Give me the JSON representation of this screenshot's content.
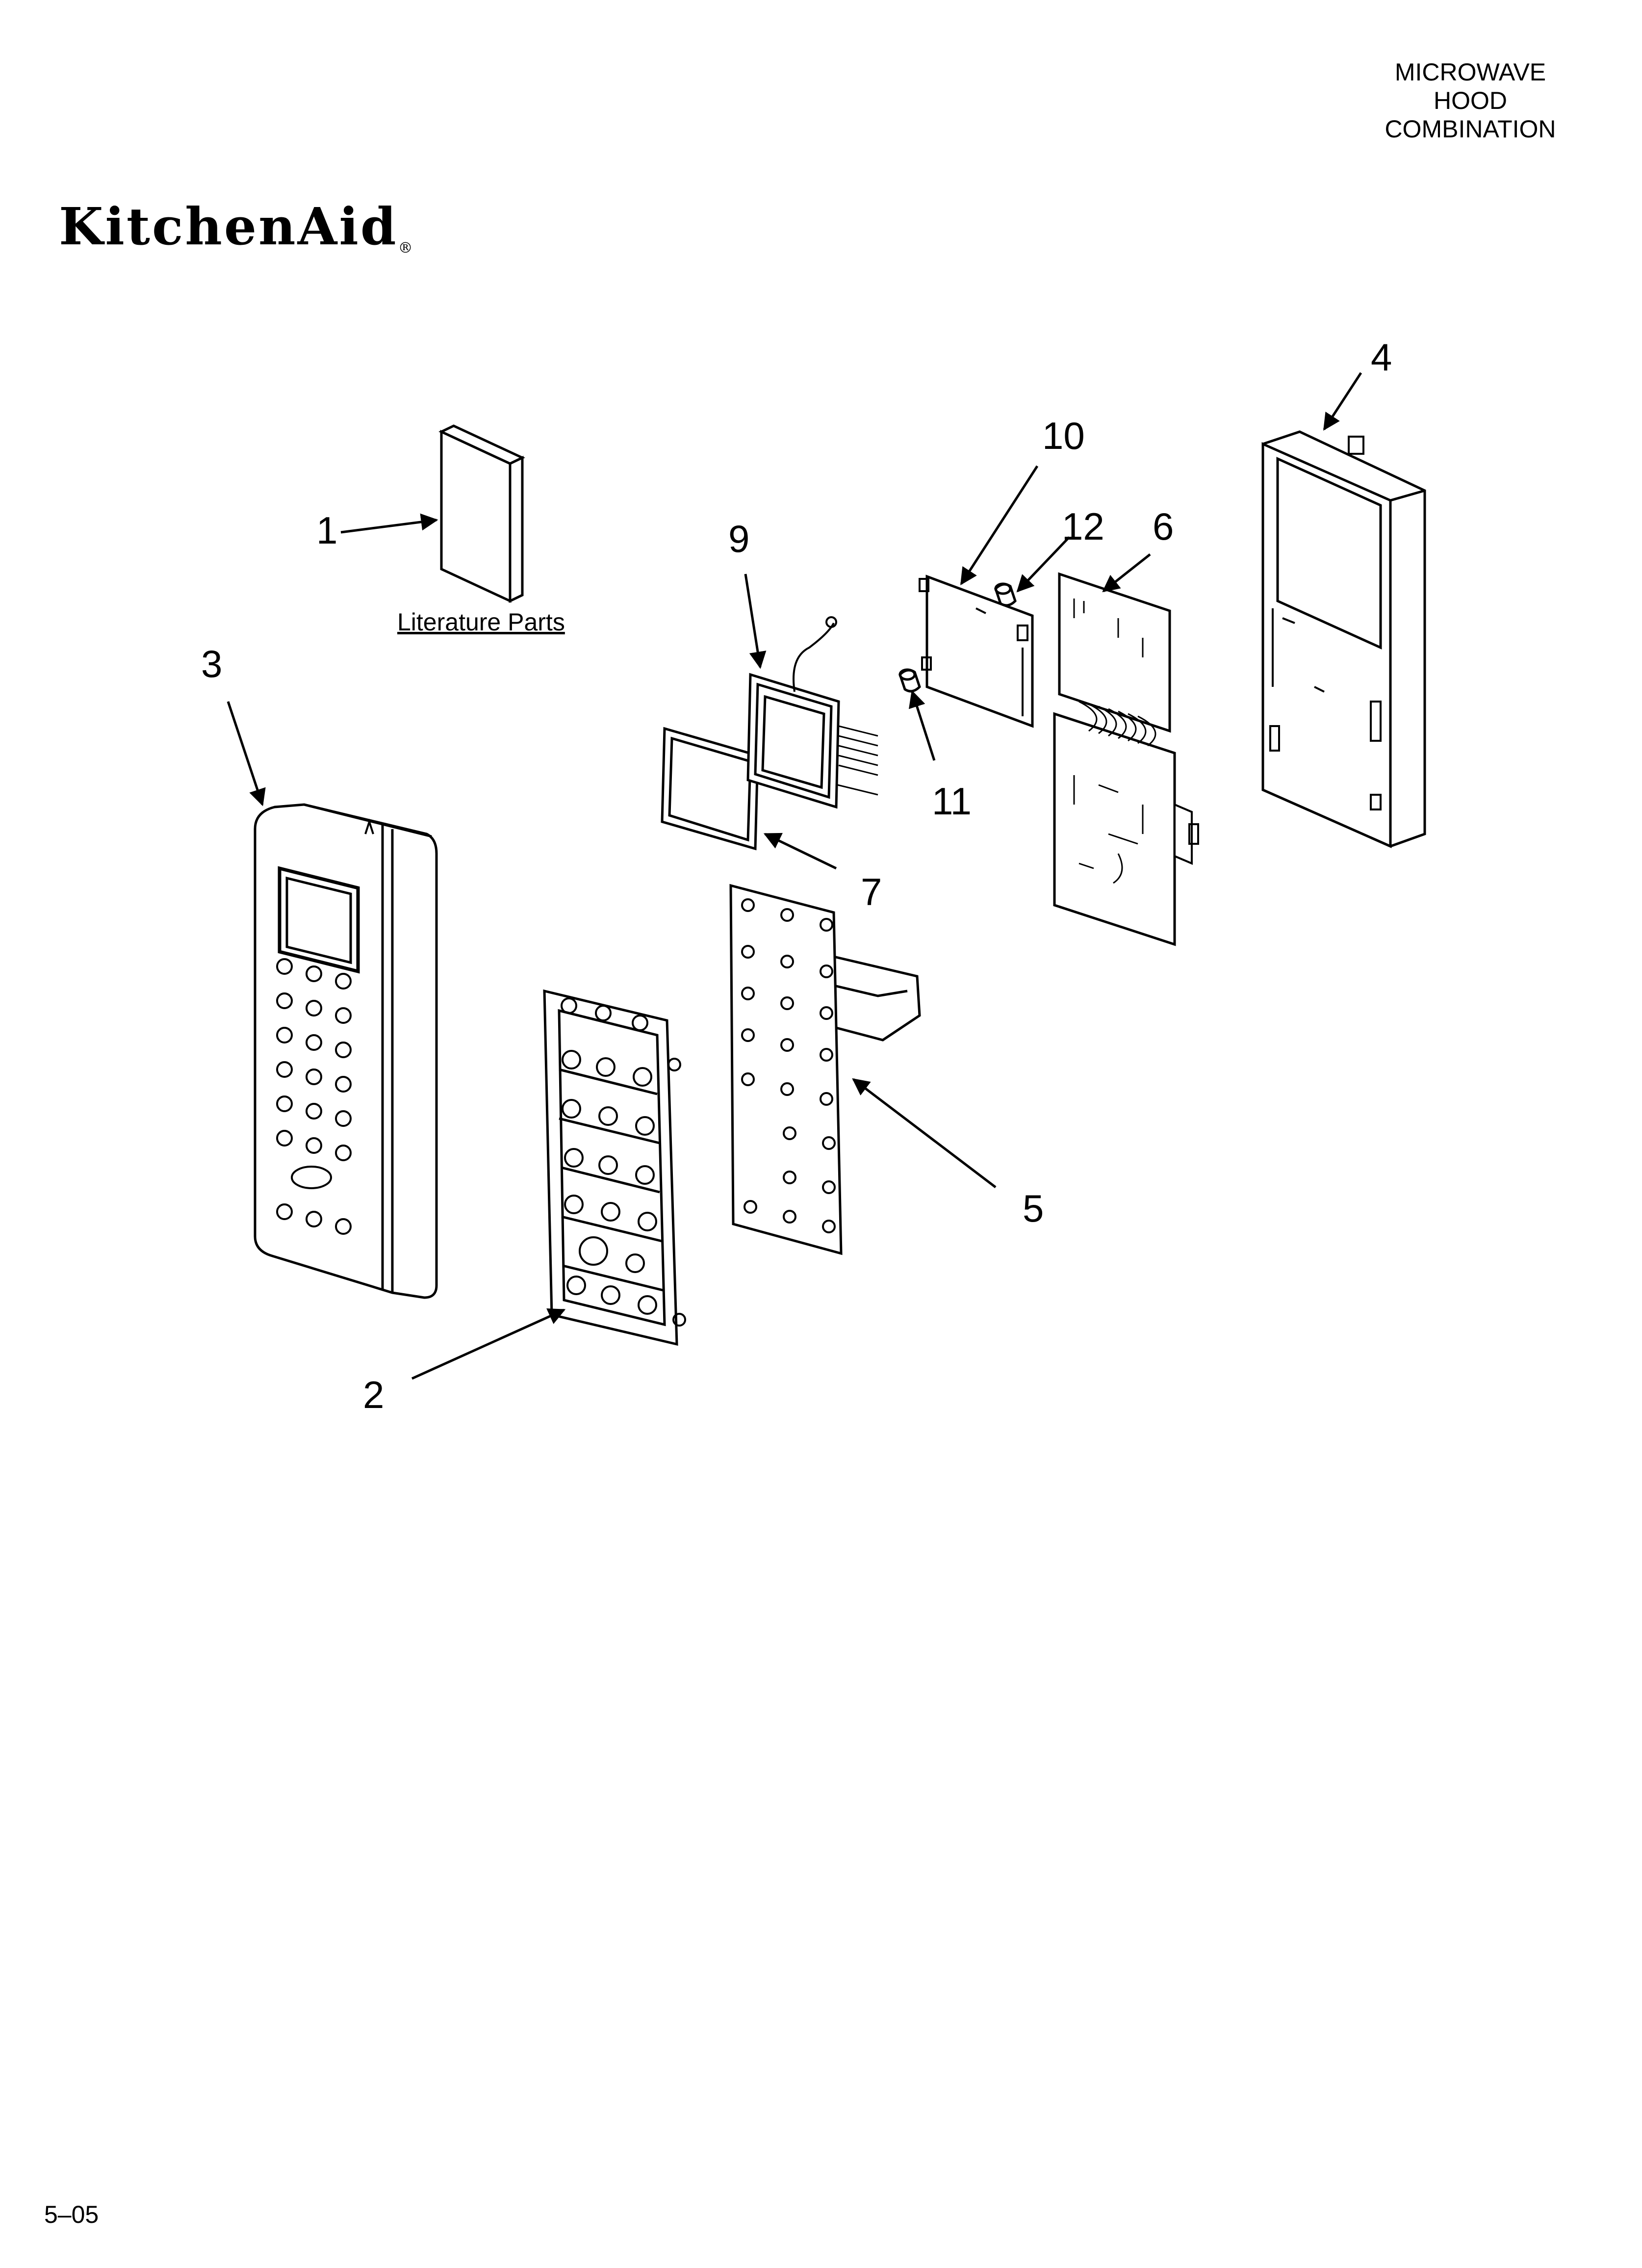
{
  "header": {
    "line1": "MICROWAVE",
    "line2": "HOOD",
    "line3": "COMBINATION"
  },
  "brand": {
    "name": "KitchenAid",
    "mark": "®"
  },
  "literature_label": "Literature Parts",
  "callouts": {
    "c1": "1",
    "c2": "2",
    "c3": "3",
    "c4": "4",
    "c5": "5",
    "c6": "6",
    "c7": "7",
    "c9": "9",
    "c10": "10",
    "c11": "11",
    "c12": "12"
  },
  "footer": "5–05",
  "colors": {
    "line": "#000000",
    "background": "#ffffff"
  }
}
